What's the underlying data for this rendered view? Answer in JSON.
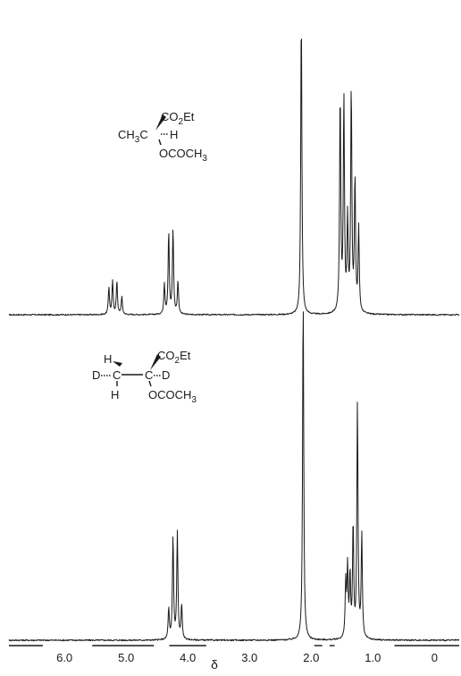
{
  "chart_data": {
    "type": "line",
    "title": "",
    "xlabel": "δ",
    "ylabel": "",
    "x_reversed": true,
    "xlim": [
      6.9,
      -0.4
    ],
    "xticks": [
      {
        "value": 6.0,
        "label": "6.0"
      },
      {
        "value": 5.0,
        "label": "5.0"
      },
      {
        "value": 4.0,
        "label": "4.0"
      },
      {
        "value": 3.0,
        "label": "3.0"
      },
      {
        "value": 2.0,
        "label": "2.0"
      },
      {
        "value": 1.0,
        "label": "1.0"
      },
      {
        "value": 0.0,
        "label": "0"
      }
    ],
    "grid": false,
    "series": [
      {
        "peaks": [
          {
            "x": 5.28,
            "h": 0.09
          },
          {
            "x": 5.22,
            "h": 0.11
          },
          {
            "x": 5.15,
            "h": 0.11
          },
          {
            "x": 5.07,
            "h": 0.06
          },
          {
            "x": 4.38,
            "h": 0.1
          },
          {
            "x": 4.31,
            "h": 0.27
          },
          {
            "x": 4.24,
            "h": 0.28
          },
          {
            "x": 4.16,
            "h": 0.11
          },
          {
            "x": 2.16,
            "h": 1.0
          },
          {
            "x": 1.53,
            "h": 0.72
          },
          {
            "x": 1.47,
            "h": 0.7
          },
          {
            "x": 1.41,
            "h": 0.3
          },
          {
            "x": 1.35,
            "h": 0.74
          },
          {
            "x": 1.29,
            "h": 0.44
          },
          {
            "x": 1.23,
            "h": 0.28
          }
        ]
      },
      {
        "peaks": [
          {
            "x": 4.31,
            "h": 0.09
          },
          {
            "x": 4.24,
            "h": 0.3
          },
          {
            "x": 4.17,
            "h": 0.31
          },
          {
            "x": 4.1,
            "h": 0.1
          },
          {
            "x": 2.13,
            "h": 1.0
          },
          {
            "x": 1.44,
            "h": 0.16
          },
          {
            "x": 1.41,
            "h": 0.2
          },
          {
            "x": 1.37,
            "h": 0.18
          },
          {
            "x": 1.32,
            "h": 0.33
          },
          {
            "x": 1.25,
            "h": 0.68
          },
          {
            "x": 1.18,
            "h": 0.3
          }
        ]
      }
    ]
  },
  "structure_top": {
    "co2et": "CO",
    "co2et_sub": "2",
    "co2et_tail": "Et",
    "ch3": "CH",
    "ch3_sub": "3",
    "c": "C",
    "h": "H",
    "ococh3": "OCOCH",
    "ococh3_sub": "3"
  },
  "structure_bottom": {
    "h_top": "H",
    "d_left": "D",
    "c_left": "C",
    "h_bottom": "H",
    "c_right": "C",
    "d_right": "D",
    "co2et": "CO",
    "co2et_sub": "2",
    "co2et_tail": "Et",
    "ococh3": "OCOCH",
    "ococh3_sub": "3"
  }
}
